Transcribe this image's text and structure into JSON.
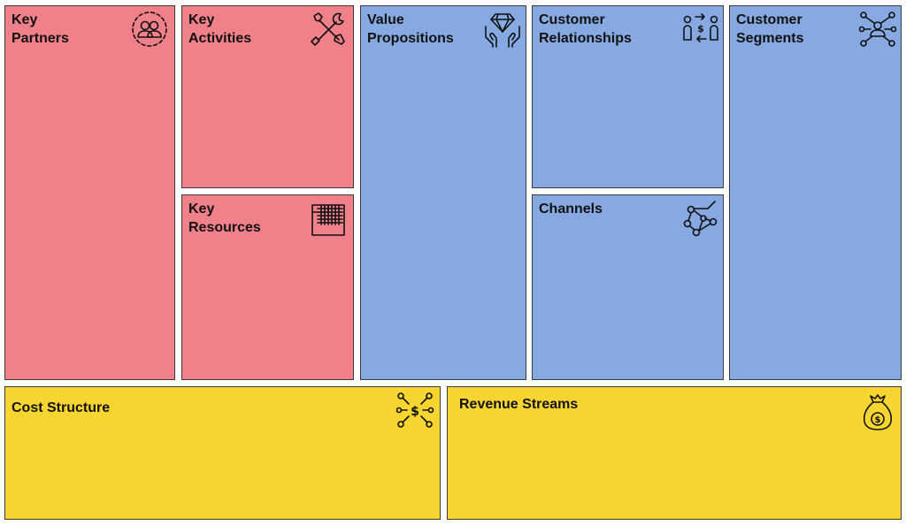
{
  "colors": {
    "pink": "#f08089",
    "blue": "#86a9e2",
    "yellow": "#f6d530",
    "border": "#3a3a3a"
  },
  "blocks": {
    "key_partners": {
      "title": "Key\nPartners",
      "icon": "partners-people-icon"
    },
    "key_activities": {
      "title": "Key\nActivities",
      "icon": "tools-wrench-screwdriver-icon"
    },
    "key_resources": {
      "title": "Key\nResources",
      "icon": "resources-grid-icon"
    },
    "value_propositions": {
      "title": "Value\nPropositions",
      "icon": "diamond-hands-icon"
    },
    "customer_relationships": {
      "title": "Customer\nRelationships",
      "icon": "relationship-exchange-icon"
    },
    "channels": {
      "title": "Channels",
      "icon": "channels-network-icon"
    },
    "customer_segments": {
      "title": "Customer\nSegments",
      "icon": "segments-network-icon"
    },
    "cost_structure": {
      "title": "Cost Structure",
      "icon": "cost-dollar-network-icon"
    },
    "revenue_streams": {
      "title": "Revenue Streams",
      "icon": "money-bag-icon"
    }
  }
}
